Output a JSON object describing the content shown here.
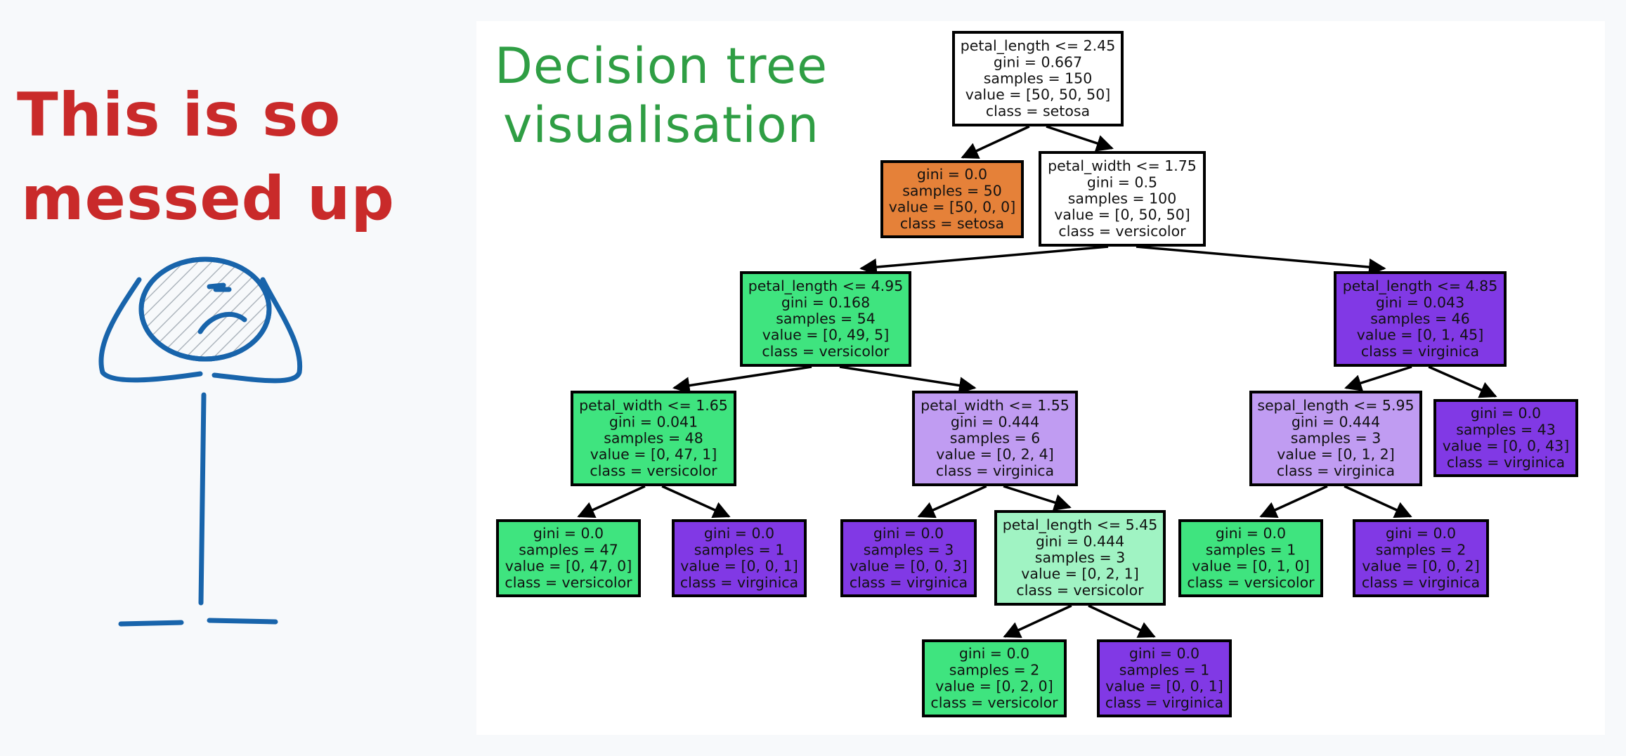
{
  "caption": {
    "lines": [
      "This is so",
      "messed up"
    ],
    "color": "#c92a2a"
  },
  "title": {
    "lines": [
      "Decision tree",
      "visualisation"
    ],
    "color": "#2f9e44"
  },
  "stick_figure": {
    "color": "#1864ab",
    "head_fill_hatch": "#adb5bd"
  },
  "panel": {
    "background": "#ffffff"
  },
  "tree": {
    "colors": {
      "setosa": "#e58139",
      "versicolor_dark": "#3fe47f",
      "versicolor_light": "#a0f3c3",
      "virginica_dark": "#8139e5",
      "virginica_light": "#c09cf2",
      "root": "#ffffff",
      "border": "#000000"
    },
    "nodes": [
      {
        "id": "n0",
        "lines": [
          "petal_length <= 2.45",
          "gini = 0.667",
          "samples = 150",
          "value = [50, 50, 50]",
          "class = setosa"
        ],
        "color": "root"
      },
      {
        "id": "n1",
        "lines": [
          "gini = 0.0",
          "samples = 50",
          "value = [50, 0, 0]",
          "class = setosa"
        ],
        "color": "setosa"
      },
      {
        "id": "n2",
        "lines": [
          "petal_width <= 1.75",
          "gini = 0.5",
          "samples = 100",
          "value = [0, 50, 50]",
          "class = versicolor"
        ],
        "color": "root"
      },
      {
        "id": "n3",
        "lines": [
          "petal_length <= 4.95",
          "gini = 0.168",
          "samples = 54",
          "value = [0, 49, 5]",
          "class = versicolor"
        ],
        "color": "versicolor_dark"
      },
      {
        "id": "n4",
        "lines": [
          "petal_length <= 4.85",
          "gini = 0.043",
          "samples = 46",
          "value = [0, 1, 45]",
          "class = virginica"
        ],
        "color": "virginica_dark"
      },
      {
        "id": "n5",
        "lines": [
          "petal_width <= 1.65",
          "gini = 0.041",
          "samples = 48",
          "value = [0, 47, 1]",
          "class = versicolor"
        ],
        "color": "versicolor_dark"
      },
      {
        "id": "n6",
        "lines": [
          "petal_width <= 1.55",
          "gini = 0.444",
          "samples = 6",
          "value = [0, 2, 4]",
          "class = virginica"
        ],
        "color": "virginica_light"
      },
      {
        "id": "n7",
        "lines": [
          "sepal_length <= 5.95",
          "gini = 0.444",
          "samples = 3",
          "value = [0, 1, 2]",
          "class = virginica"
        ],
        "color": "virginica_light"
      },
      {
        "id": "n8",
        "lines": [
          "gini = 0.0",
          "samples = 43",
          "value = [0, 0, 43]",
          "class = virginica"
        ],
        "color": "virginica_dark"
      },
      {
        "id": "n9",
        "lines": [
          "gini = 0.0",
          "samples = 47",
          "value = [0, 47, 0]",
          "class = versicolor"
        ],
        "color": "versicolor_dark"
      },
      {
        "id": "n10",
        "lines": [
          "gini = 0.0",
          "samples = 1",
          "value = [0, 0, 1]",
          "class = virginica"
        ],
        "color": "virginica_dark"
      },
      {
        "id": "n11",
        "lines": [
          "gini = 0.0",
          "samples = 3",
          "value = [0, 0, 3]",
          "class = virginica"
        ],
        "color": "virginica_dark"
      },
      {
        "id": "n12",
        "lines": [
          "petal_length <= 5.45",
          "gini = 0.444",
          "samples = 3",
          "value = [0, 2, 1]",
          "class = versicolor"
        ],
        "color": "versicolor_light"
      },
      {
        "id": "n13",
        "lines": [
          "gini = 0.0",
          "samples = 1",
          "value = [0, 1, 0]",
          "class = versicolor"
        ],
        "color": "versicolor_dark"
      },
      {
        "id": "n14",
        "lines": [
          "gini = 0.0",
          "samples = 2",
          "value = [0, 0, 2]",
          "class = virginica"
        ],
        "color": "virginica_dark"
      },
      {
        "id": "n15",
        "lines": [
          "gini = 0.0",
          "samples = 2",
          "value = [0, 2, 0]",
          "class = versicolor"
        ],
        "color": "versicolor_dark"
      },
      {
        "id": "n16",
        "lines": [
          "gini = 0.0",
          "samples = 1",
          "value = [0, 0, 1]",
          "class = virginica"
        ],
        "color": "virginica_dark"
      }
    ],
    "edges": [
      [
        "n0",
        "n1"
      ],
      [
        "n0",
        "n2"
      ],
      [
        "n2",
        "n3"
      ],
      [
        "n2",
        "n4"
      ],
      [
        "n3",
        "n5"
      ],
      [
        "n3",
        "n6"
      ],
      [
        "n4",
        "n7"
      ],
      [
        "n4",
        "n8"
      ],
      [
        "n5",
        "n9"
      ],
      [
        "n5",
        "n10"
      ],
      [
        "n6",
        "n11"
      ],
      [
        "n6",
        "n12"
      ],
      [
        "n7",
        "n13"
      ],
      [
        "n7",
        "n14"
      ],
      [
        "n12",
        "n15"
      ],
      [
        "n12",
        "n16"
      ]
    ]
  }
}
